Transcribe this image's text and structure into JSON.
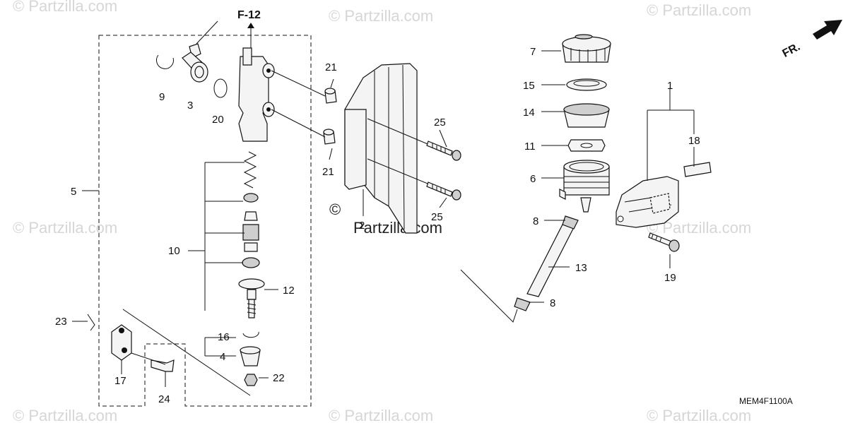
{
  "diagram": {
    "ref_label": "F-12",
    "front_label": "FR.",
    "code": "MEM4F1100A",
    "watermark": "© Partzilla.com",
    "watermark_dark_symbol": "©",
    "watermark_dark_text": "Partzilla.com",
    "callouts": {
      "p1": "1",
      "p2": "2",
      "p3": "3",
      "p4": "4",
      "p5": "5",
      "p6": "6",
      "p7": "7",
      "p8a": "8",
      "p8b": "8",
      "p9": "9",
      "p10": "10",
      "p11": "11",
      "p12": "12",
      "p13": "13",
      "p14": "14",
      "p15": "15",
      "p16": "16",
      "p17": "17",
      "p18": "18",
      "p19": "19",
      "p20": "20",
      "p21a": "21",
      "p21b": "21",
      "p22": "22",
      "p23": "23",
      "p24": "24",
      "p25a": "25",
      "p25b": "25"
    }
  }
}
